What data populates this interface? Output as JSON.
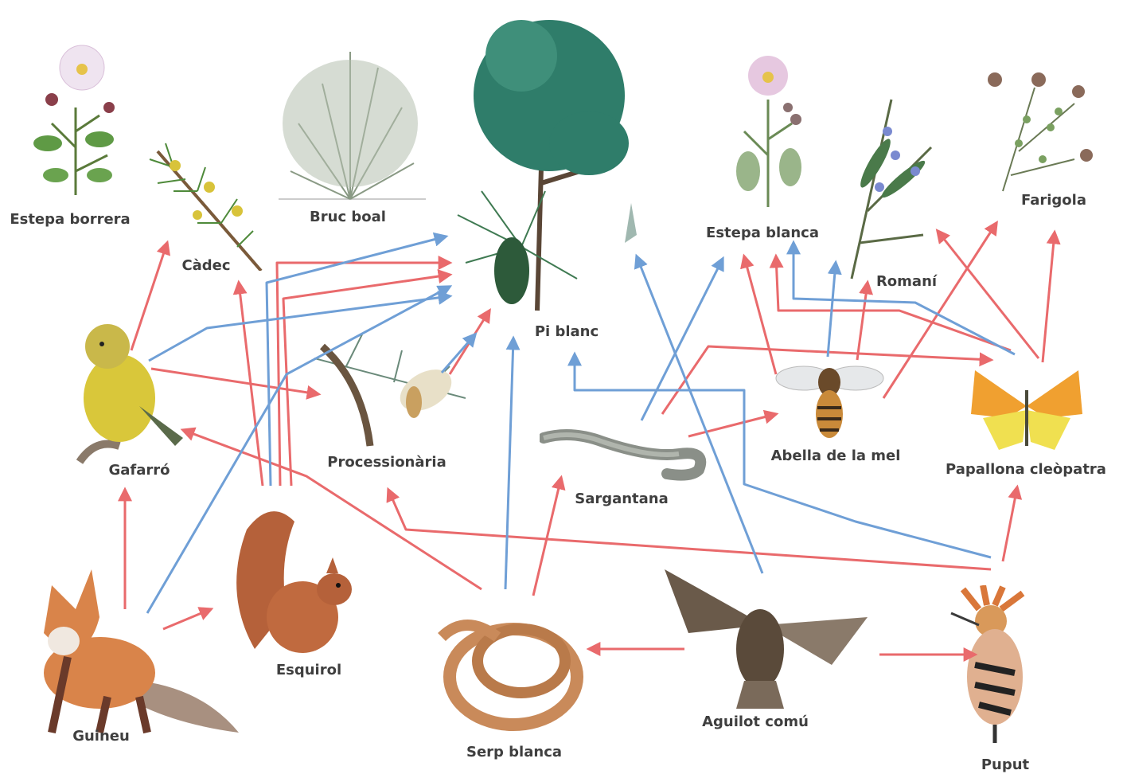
{
  "organisms": {
    "estepa_borrera": "Estepa borrera",
    "cadec": "Càdec",
    "bruc_boal": "Bruc boal",
    "pi_blanc": "Pi blanc",
    "estepa_blanca": "Estepa blanca",
    "roma": "Romaní",
    "farigola": "Farigola",
    "gafarro": "Gafarró",
    "processionaria": "Processionària",
    "sargantana": "Sargantana",
    "abella": "Abella de la mel",
    "papallona": "Papallona cleòpatra",
    "esquirol": "Esquirol",
    "guineu": "Guineu",
    "serp": "Serp blanca",
    "aguilot": "Aguilot comú",
    "puput": "Puput"
  },
  "colors": {
    "red_arrow": "#e96a6c",
    "blue_arrow": "#6f9fd6",
    "label": "#3f3f3f"
  },
  "icons": [
    "cistus-flower-icon",
    "juniper-icon",
    "heather-icon",
    "pine-tree-icon",
    "cistus-white-icon",
    "rosemary-icon",
    "thyme-icon",
    "serin-bird-icon",
    "caterpillar-moth-icon",
    "lizard-icon",
    "honeybee-icon",
    "butterfly-icon",
    "squirrel-icon",
    "fox-icon",
    "snake-icon",
    "buzzard-icon",
    "hoopoe-icon"
  ]
}
